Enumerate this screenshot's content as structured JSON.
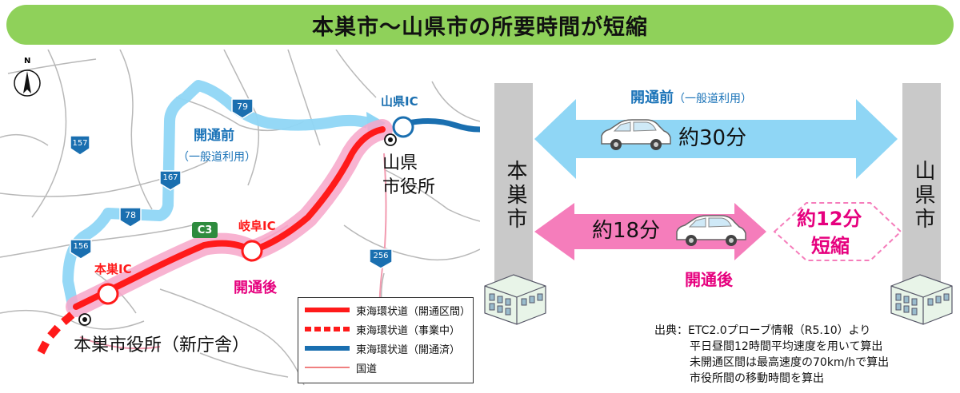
{
  "title": "本巣市～山県市の所要時間が短縮",
  "map": {
    "north_label": "N",
    "route_labels": [
      "157",
      "79",
      "167",
      "78",
      "156",
      "256"
    ],
    "expressway_label": "C3",
    "ic": {
      "yamagata": "山県IC",
      "gifu": "岐阜IC",
      "motosu": "本巣IC"
    },
    "before_label": "開通前",
    "before_sub": "（一般道利用）",
    "after_label": "開通後",
    "yamagata_office_line1": "山県",
    "yamagata_office_line2": "市役所",
    "motosu_office": "本巣市役所（新庁舎）",
    "legend": [
      {
        "label": "東海環状道（開通区間）",
        "color": "#ff1a1a",
        "style": "solid"
      },
      {
        "label": "東海環状道（事業中）",
        "color": "#ff1a1a",
        "style": "dotted"
      },
      {
        "label": "東海環状道（開通済）",
        "color": "#1a6fb0",
        "style": "solid"
      },
      {
        "label": "国道",
        "color": "#f08080",
        "style": "thin"
      }
    ]
  },
  "comparison": {
    "left_city": "本巣市",
    "right_city": "山県市",
    "before_label": "開通前",
    "before_sub": "（一般道利用）",
    "before_time": "約30分",
    "after_label": "開通後",
    "after_time": "約18分",
    "savings_line1": "約12分",
    "savings_line2": "短縮"
  },
  "colors": {
    "banner": "#8fd15a",
    "before": "#8fd6f5",
    "before_text": "#1a73b8",
    "after": "#f57dbb",
    "after_text": "#e6007e",
    "expressway_open": "#ff1a1a",
    "expressway_existing": "#1a6fb0"
  },
  "source": {
    "line1": "出典：ETC2.0プローブ情報（R5.10）より",
    "line2": "平日昼間12時間平均速度を用いて算出",
    "line3": "未開通区間は最高速度の70km/hで算出",
    "line4": "市役所間の移動時間を算出"
  }
}
